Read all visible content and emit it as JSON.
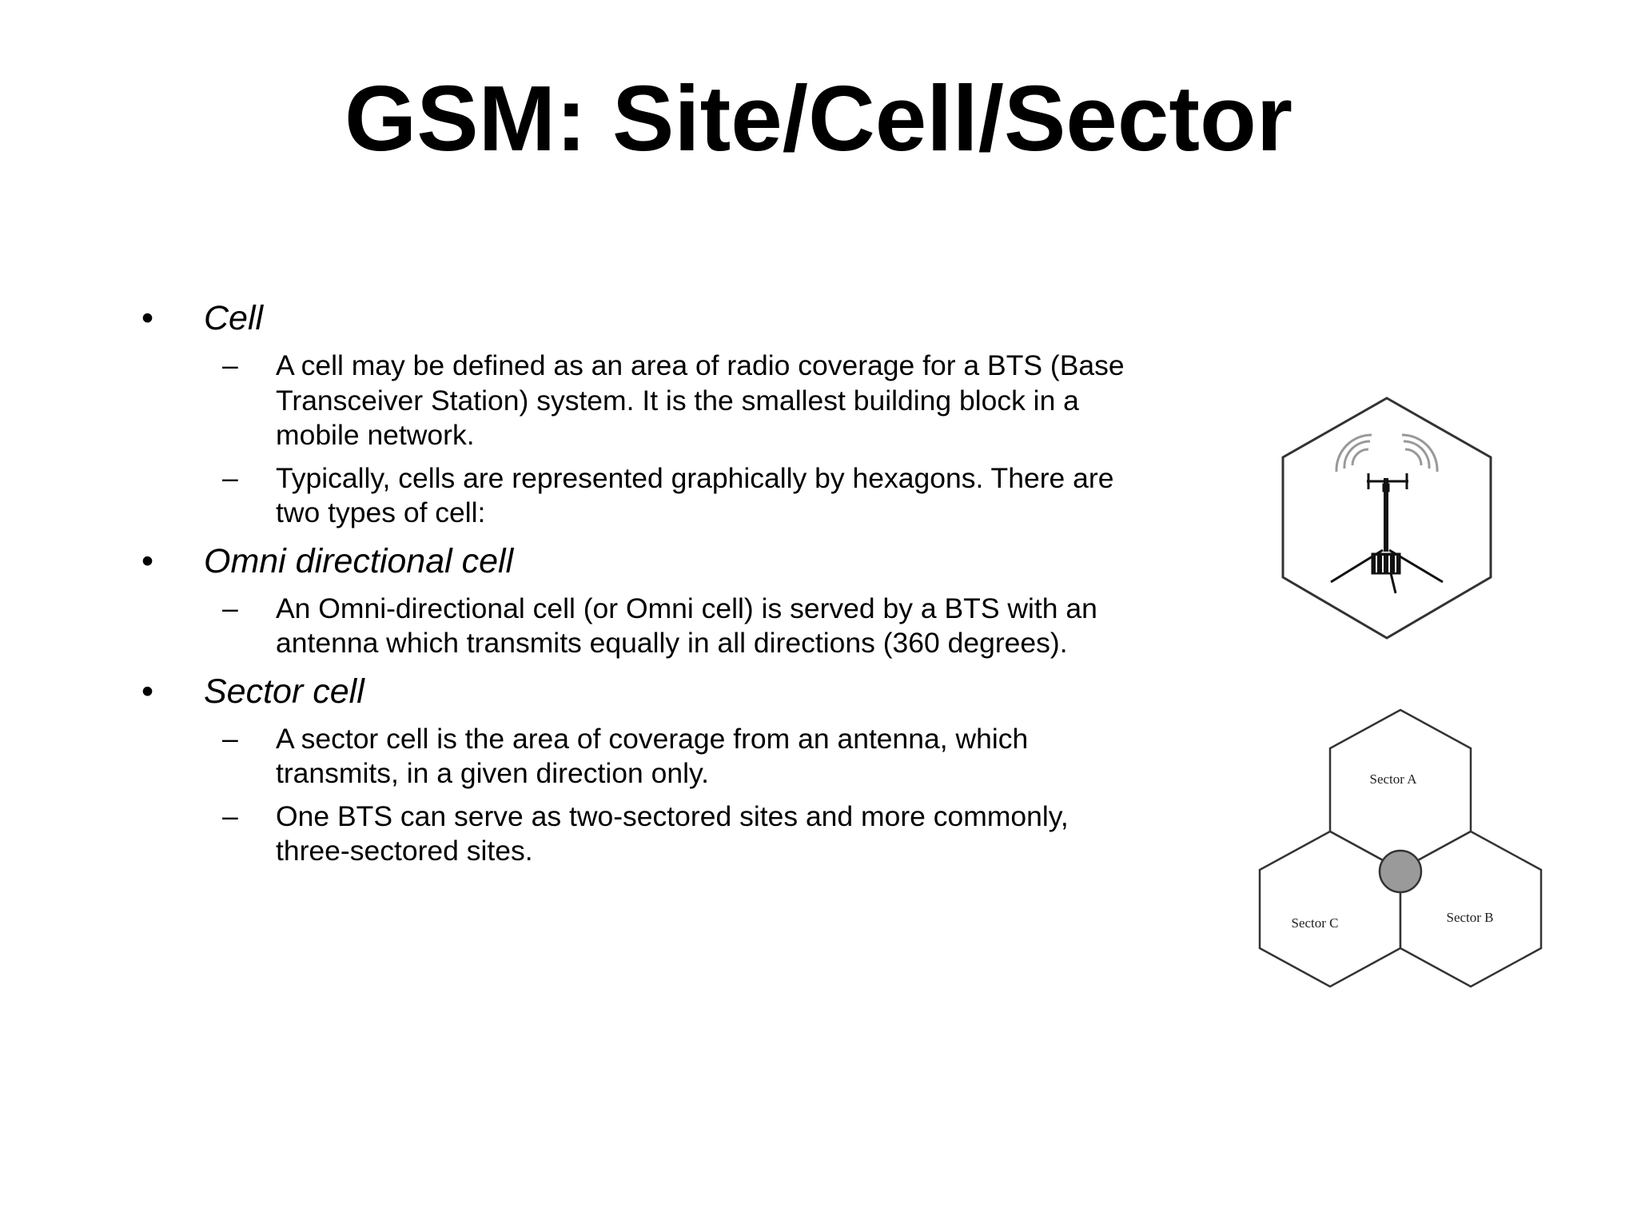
{
  "slide": {
    "title": "GSM: Site/Cell/Sector",
    "items": [
      {
        "heading": "Cell",
        "subs": [
          "A cell may be defined as an area of radio coverage for a BTS (Base Transceiver Station) system. It is the smallest building block in a mobile network.",
          "Typically, cells are represented graphically by hexagons. There are two types of cell:"
        ]
      },
      {
        "heading": "Omni directional cell",
        "subs": [
          "An Omni-directional cell (or Omni cell) is served by a BTS with an antenna which transmits equally in all directions (360 degrees)."
        ]
      },
      {
        "heading": "Sector cell",
        "subs": [
          "A sector cell is the area of coverage from an antenna, which transmits, in a given direction only.",
          "One BTS can serve as two-sectored sites and more commonly, three-sectored sites."
        ]
      }
    ]
  },
  "figures": {
    "omni_icon": "antenna-tower-icon",
    "sector_labels": {
      "a": "Sector A",
      "b": "Sector B",
      "c": "Sector C"
    },
    "colors": {
      "line": "#333333",
      "site_fill": "#9a9a9a"
    }
  }
}
